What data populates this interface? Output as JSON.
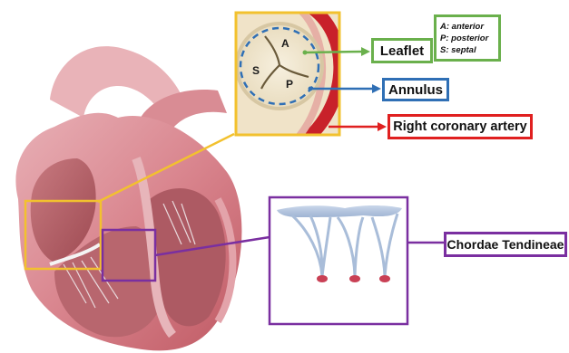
{
  "labels": {
    "leaflet": "Leaflet",
    "annulus": "Annulus",
    "right_coronary_artery": "Right coronary artery",
    "chordae_tendineae": "Chordae Tendineae"
  },
  "legend": [
    "A: anterior",
    "P: posterior",
    "S: septal"
  ],
  "valve_letters": {
    "anterior": "A",
    "septal": "S",
    "posterior": "P"
  },
  "colors": {
    "leaflet": "#6ab04c",
    "annulus": "#2f6fb5",
    "right_coronary_artery": "#e02020",
    "chordae": "#7a2fa0",
    "valve_highlight": "#f2c12e"
  }
}
